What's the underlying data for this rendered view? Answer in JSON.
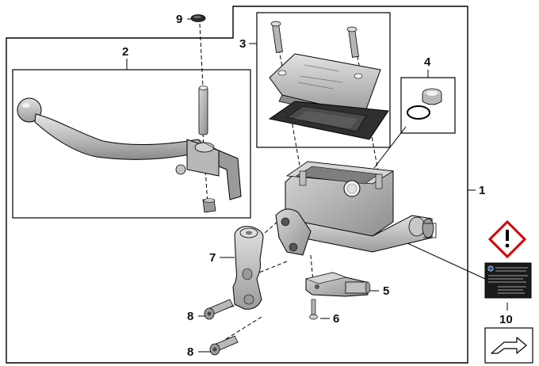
{
  "callouts": {
    "c1": "1",
    "c2": "2",
    "c3": "3",
    "c4": "4",
    "c5": "5",
    "c6": "6",
    "c7": "7",
    "c8a": "8",
    "c8b": "8",
    "c9": "9",
    "c10": "10"
  },
  "colors": {
    "line": "#000000",
    "metal_light": "#c9c9c9",
    "metal_mid": "#a8a8a8",
    "metal_dark": "#7a7a7a",
    "rubber": "#3a3a3a",
    "label_bg": "#1a1a1a",
    "warning_red": "#d40000"
  },
  "icons": {
    "warning": "exclamation-diamond-icon",
    "next_page": "arrow-right-icon"
  }
}
